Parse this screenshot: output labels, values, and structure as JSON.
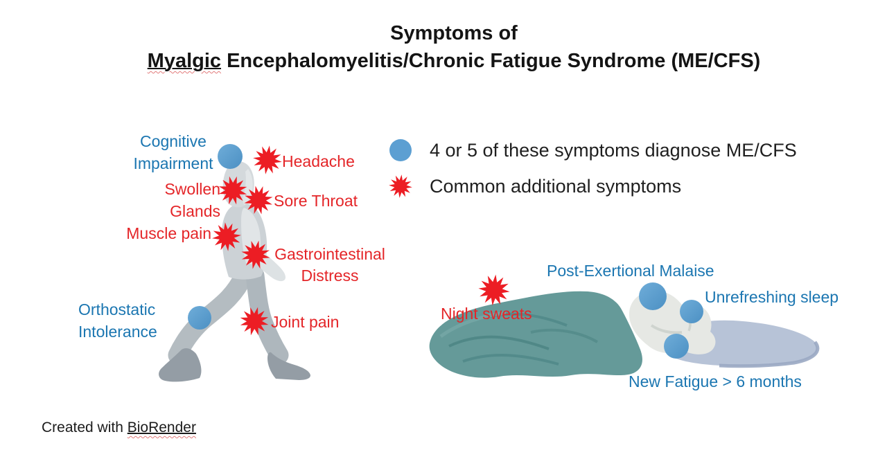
{
  "title": {
    "line1": "Symptoms of",
    "line2_word": "Myalgic",
    "line2_rest": " Encephalomyelitis/Chronic Fatigue Syndrome (ME/CFS)"
  },
  "legend": {
    "diagnostic": {
      "icon": "blue-circle",
      "label": "4 or 5 of these symptoms diagnose ME/CFS"
    },
    "additional": {
      "icon": "red-starburst",
      "label": "Common additional symptoms"
    }
  },
  "labels": {
    "cognitive_impairment": "Cognitive\nImpairment",
    "headache": "Headache",
    "swollen_glands": "Swollen Glands",
    "sore_throat": "Sore Throat",
    "muscle_pain": "Muscle pain",
    "gastrointestinal_distress": "Gastrointestinal\nDistress",
    "orthostatic_intolerance": "Orthostatic\nIntolerance",
    "joint_pain": "Joint pain",
    "night_sweats": "Night sweats",
    "post_exertional_malaise": "Post-Exertional Malaise",
    "unrefreshing_sleep": "Unrefreshing sleep",
    "new_fatigue": "New Fatigue > 6 months"
  },
  "symptoms": [
    {
      "name": "Cognitive Impairment",
      "type": "diagnostic"
    },
    {
      "name": "Headache",
      "type": "additional"
    },
    {
      "name": "Swollen Glands",
      "type": "additional"
    },
    {
      "name": "Sore Throat",
      "type": "additional"
    },
    {
      "name": "Muscle pain",
      "type": "additional"
    },
    {
      "name": "Gastrointestinal Distress",
      "type": "additional"
    },
    {
      "name": "Orthostatic Intolerance",
      "type": "diagnostic"
    },
    {
      "name": "Joint pain",
      "type": "additional"
    },
    {
      "name": "Night sweats",
      "type": "additional"
    },
    {
      "name": "Post-Exertional Malaise",
      "type": "diagnostic"
    },
    {
      "name": "Unrefreshing sleep",
      "type": "diagnostic"
    },
    {
      "name": "New Fatigue > 6 months",
      "type": "diagnostic"
    }
  ],
  "colors": {
    "diagnostic_marker": "#5c9fd2",
    "additional_marker": "#ec1d24",
    "blue_label": "#1b76b1",
    "red_label": "#e42528",
    "body_text": "#1c1c1c",
    "blanket": "#659a99",
    "figure_gray": "#c9ced1",
    "pillow": "#b7c3d7"
  },
  "footer": {
    "prefix": "Created with ",
    "brand": "BioRender"
  }
}
